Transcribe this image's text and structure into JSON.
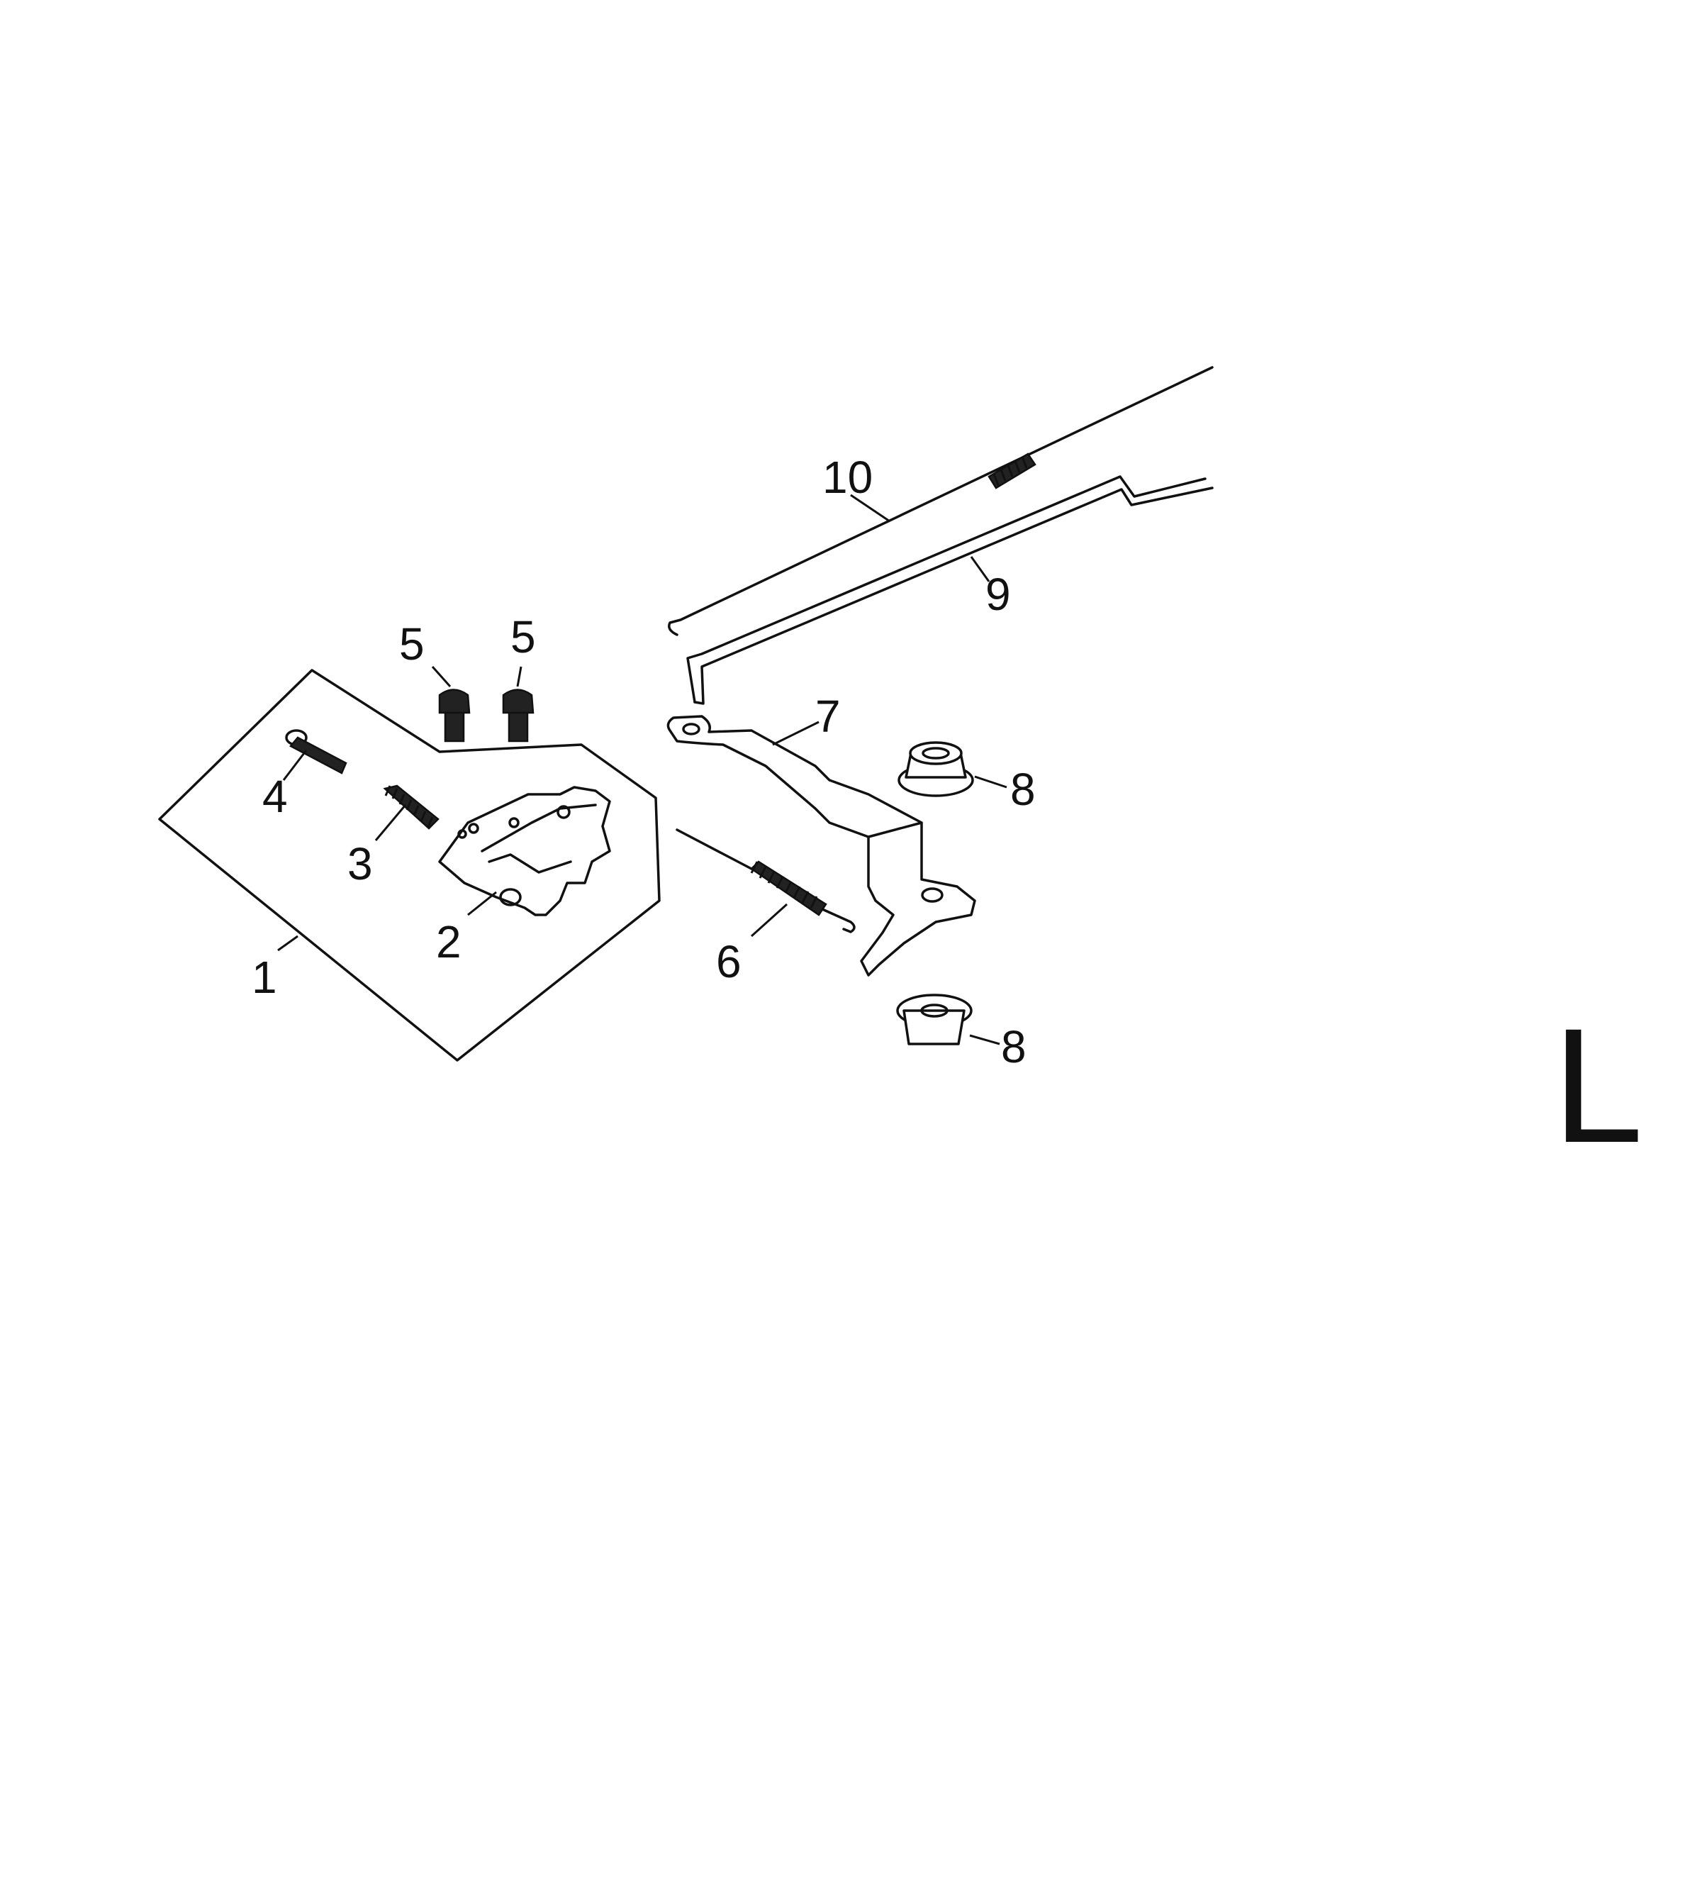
{
  "diagram": {
    "section_letter": "L",
    "callouts": [
      {
        "id": "c1",
        "label": "1"
      },
      {
        "id": "c2",
        "label": "2"
      },
      {
        "id": "c3",
        "label": "3"
      },
      {
        "id": "c4",
        "label": "4"
      },
      {
        "id": "c5a",
        "label": "5"
      },
      {
        "id": "c5b",
        "label": "5"
      },
      {
        "id": "c6",
        "label": "6"
      },
      {
        "id": "c7",
        "label": "7"
      },
      {
        "id": "c8a",
        "label": "8"
      },
      {
        "id": "c8b",
        "label": "8"
      },
      {
        "id": "c9",
        "label": "9"
      },
      {
        "id": "c10",
        "label": "10"
      }
    ]
  }
}
